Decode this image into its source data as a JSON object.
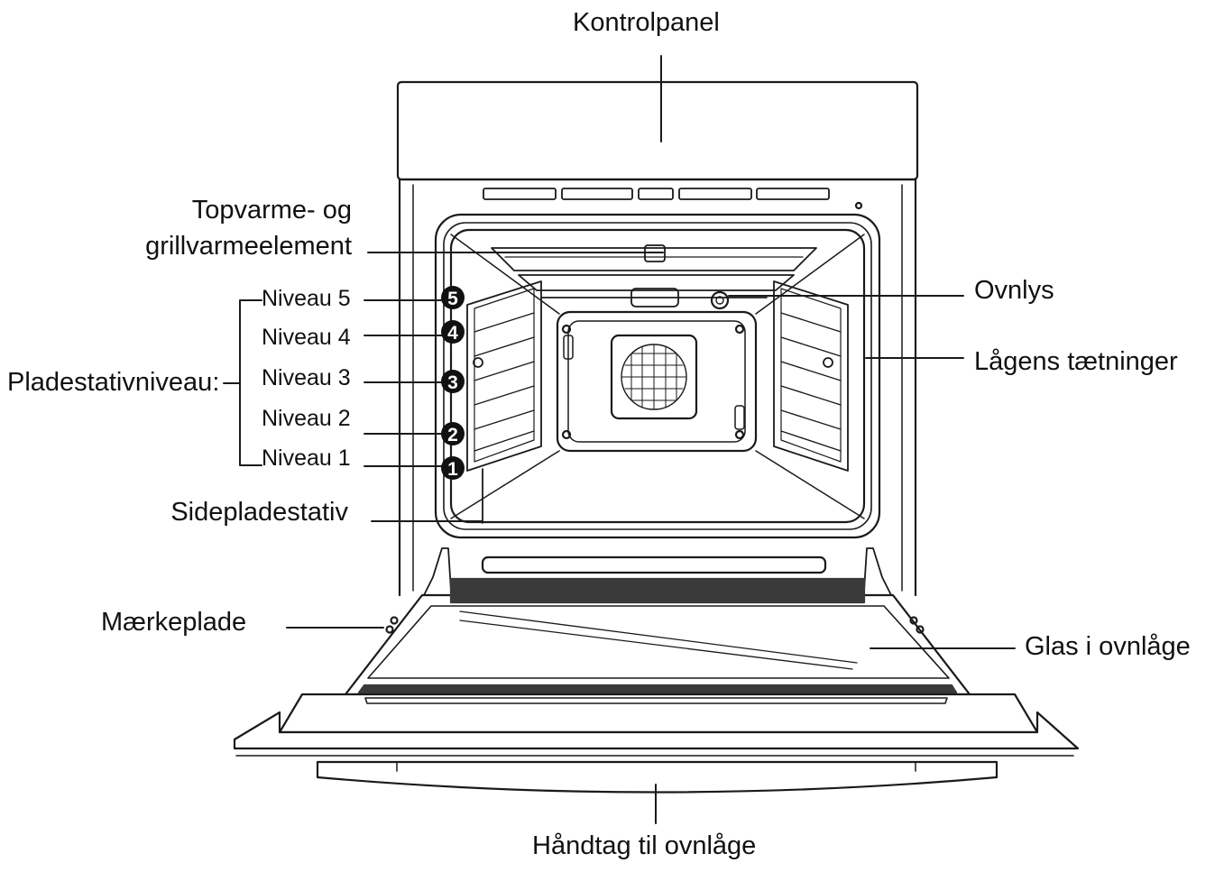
{
  "labels": {
    "control_panel": "Kontrolpanel",
    "top_heater_line1": "Topvarme- og",
    "top_heater_line2": "grillvarmeelement",
    "rack_levels_title": "Pladestativniveau:",
    "level_5": "Niveau 5",
    "level_4": "Niveau 4",
    "level_3": "Niveau 3",
    "level_2": "Niveau 2",
    "level_1": "Niveau 1",
    "side_rack": "Sidepladestativ",
    "rating_plate": "Mærkeplade",
    "oven_light": "Ovnlys",
    "door_seals": "Lågens tætninger",
    "door_glass": "Glas i ovnlåge",
    "door_handle": "Håndtag til ovnlåge"
  },
  "level_badges": [
    "5",
    "4",
    "3",
    "2",
    "1"
  ],
  "colors": {
    "line": "#1a1a1a",
    "fill": "#ffffff",
    "badge": "#111111",
    "dark_band": "#3a3a3a"
  }
}
